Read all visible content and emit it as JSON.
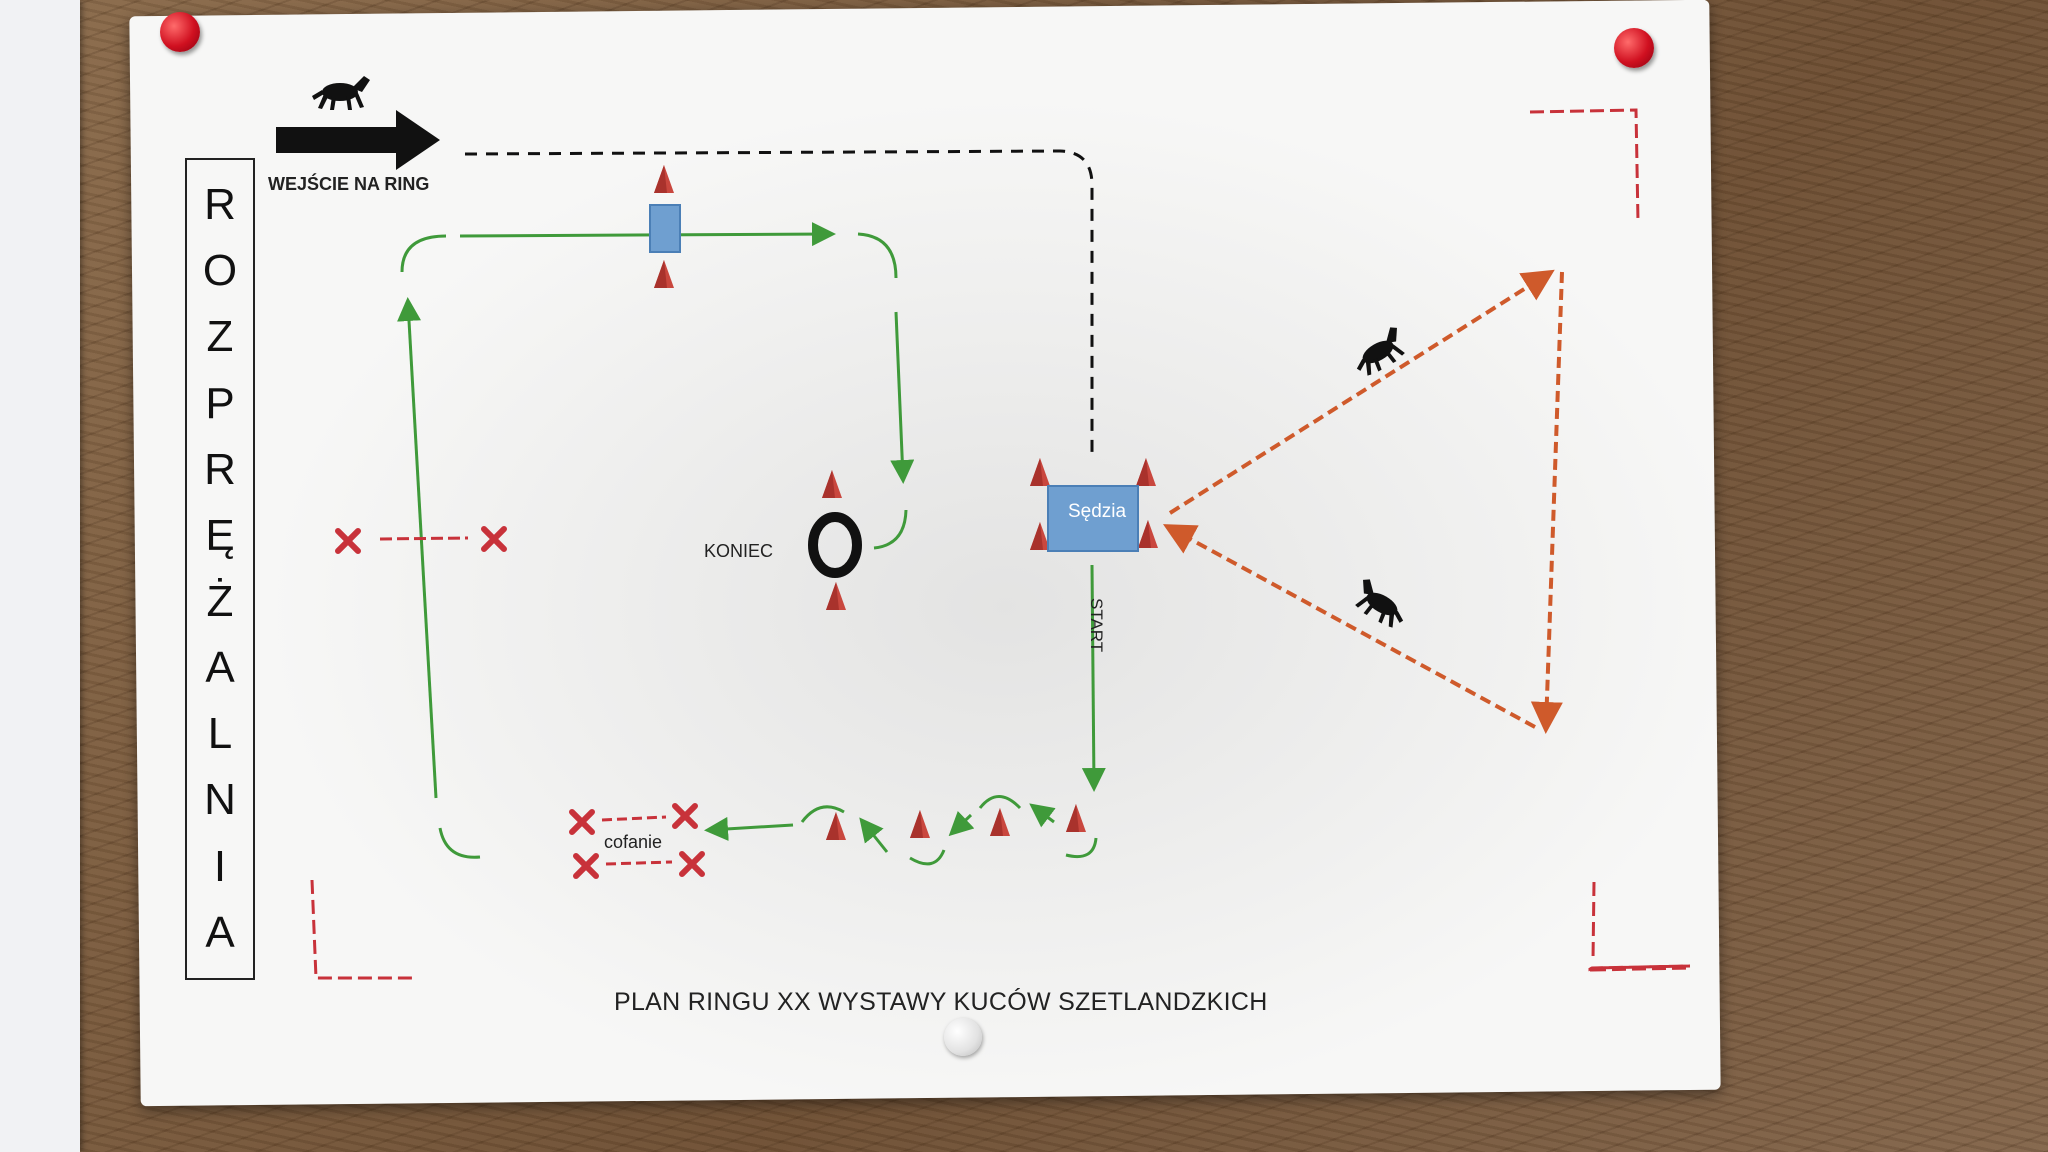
{
  "side_label": {
    "letters": [
      "R",
      "O",
      "Z",
      "P",
      "R",
      "Ę",
      "Ż",
      "A",
      "L",
      "N",
      "I",
      "A"
    ]
  },
  "labels": {
    "entrance": "WEJŚCIE NA RING",
    "end": "KONIEC",
    "start": "START",
    "judge": "Sędzia",
    "reversing": "cofanie",
    "title": "PLAN RINGU XX WYSTAWY KUCÓW SZETLANDZKICH"
  },
  "colors": {
    "green_path": "#3f9a3a",
    "orange_path": "#cf5a2b",
    "cone": "#c9473e",
    "judge_box": "#6f9fd0",
    "marker_x": "#c8323a",
    "pin_red": "#d01020"
  },
  "icons": [
    "pony-silhouette-icon",
    "arrow-right-icon",
    "tyre-icon",
    "cone-icon",
    "x-marker-icon",
    "pushpin-icon"
  ]
}
